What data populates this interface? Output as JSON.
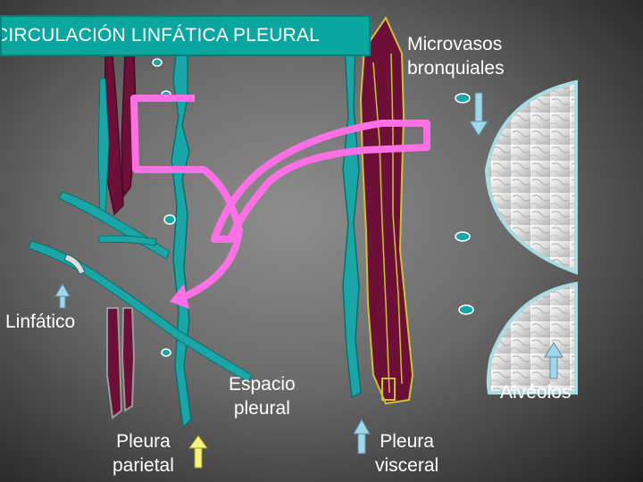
{
  "title": "CIRCULACIÓN LINFÁTICA PLEURAL",
  "labels": {
    "microvasos": [
      "Microvasos",
      "bronquiales"
    ],
    "linfatico": "Linfático",
    "espacio": [
      "Espacio",
      "pleural"
    ],
    "alveolos": "Alvéolos",
    "pleura_parietal": [
      "Pleura",
      "parietal"
    ],
    "pleura_visceral": [
      "Pleura",
      "visceral"
    ]
  },
  "colors": {
    "title_bg": "#0aa6a0",
    "lymphatic": "#1aa6a6",
    "vessel": "#6e0f37",
    "vessel_outline": "#c9c33a",
    "flow_arrow": "#ff6fe6",
    "indicator_arrow": "#9fd6ea",
    "highlight_arrow": "#f6f47a"
  }
}
